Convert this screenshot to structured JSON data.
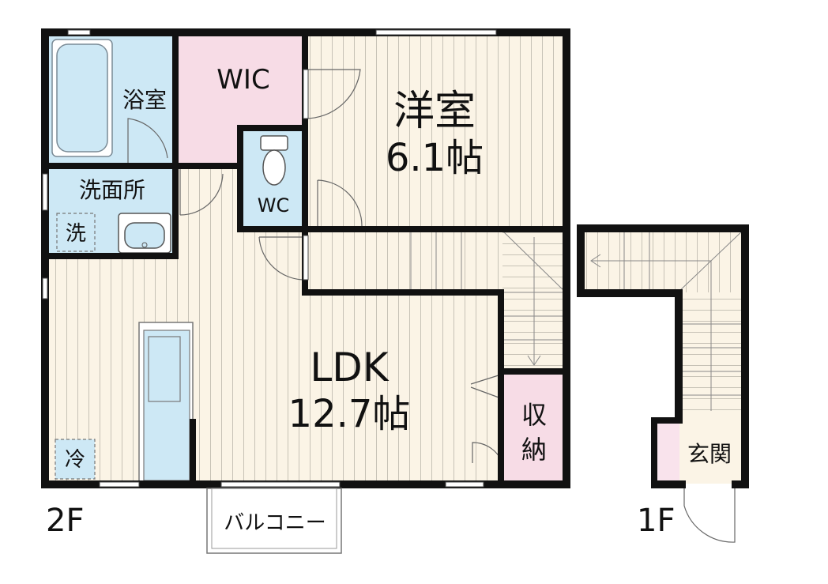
{
  "colors": {
    "wall": "#111111",
    "wood_floor": "#fbf4e6",
    "wood_line": "#c7c2b6",
    "wet_area": "#cde8f5",
    "wic": "#f7dce6",
    "storage": "#f7dce6",
    "entrance": "#f9e3ec",
    "window": "#ffffff"
  },
  "icons": [
    "bathtub-icon",
    "toilet-icon",
    "washbasin-icon",
    "kitchen-counter-icon",
    "stair-arrow-icon",
    "door-swing-icon"
  ],
  "rooms": {
    "bath": "浴室",
    "wic": "WIC",
    "western_room": "洋室",
    "western_room_size": "6.1帖",
    "washroom": "洗面所",
    "wc": "WC",
    "washer": "洗",
    "ldk": "LDK",
    "ldk_size": "12.7帖",
    "fridge": "冷",
    "storage_line1": "収",
    "storage_line2": "納",
    "balcony": "バルコニー",
    "entrance": "玄関"
  },
  "floors": {
    "second": "2F",
    "first": "1F"
  }
}
